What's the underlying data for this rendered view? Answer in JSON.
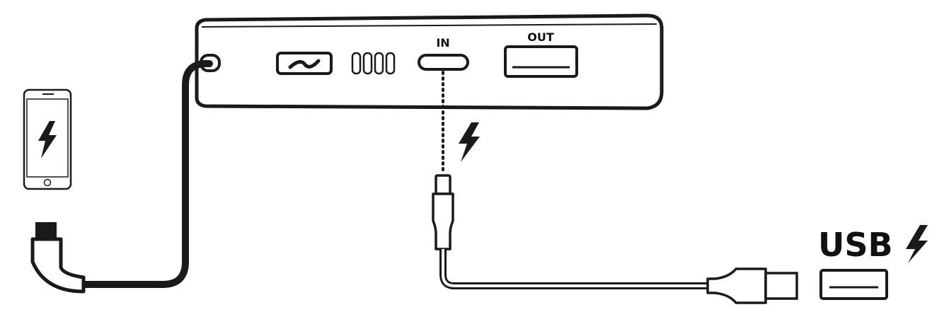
{
  "labels": {
    "in_port": "IN",
    "out_port": "OUT",
    "usb": "USB"
  },
  "colors": {
    "line": "#1a1a1a",
    "fill": "#ffffff"
  },
  "icons": {
    "phone": "smartphone-icon",
    "bolt": "lightning-bolt-icon",
    "power_button": "power-button-icon"
  },
  "indicator_leds": 4
}
